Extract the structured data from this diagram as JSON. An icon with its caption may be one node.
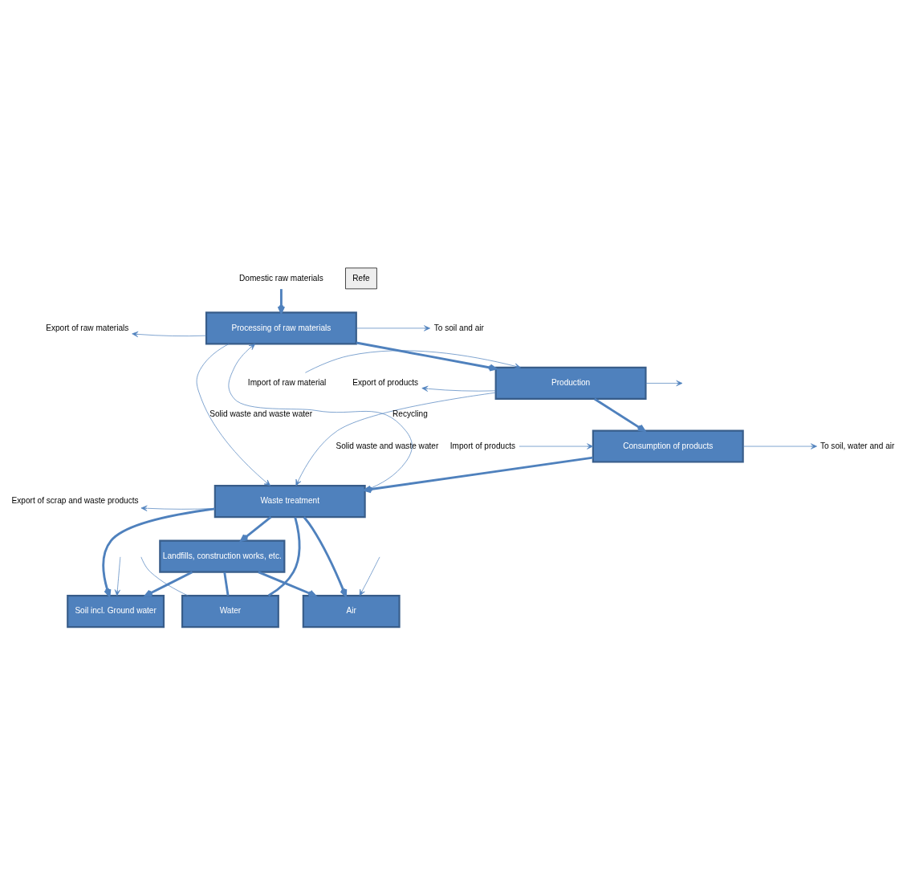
{
  "diagram": {
    "nodes": [
      {
        "text": [
          "Processing of raw materials"
        ]
      },
      {
        "text": [
          "Production"
        ]
      },
      {
        "text": [
          "Consumption of products"
        ]
      },
      {
        "text": [
          "Waste treatment"
        ]
      },
      {
        "text": [
          "Landfills, construction works, etc."
        ]
      },
      {
        "text": [
          "Soil incl. Ground water"
        ]
      },
      {
        "text": [
          "Water"
        ]
      },
      {
        "text": [
          "Air"
        ]
      },
      {
        "text": [
          "Domestic raw materials"
        ]
      },
      {
        "text": [
          "Export of raw materials"
        ]
      },
      {
        "text": [
          "To soil and air"
        ]
      },
      {
        "text": [
          "Import of raw material"
        ]
      },
      {
        "text": [
          "Export of products"
        ]
      },
      {
        "text": [
          "To soil, water and air"
        ]
      },
      {
        "text": [
          "Import of products"
        ]
      },
      {
        "text": [
          "Export of scrap and waste products"
        ]
      }
    ],
    "edges": [
      {
        "from": 8,
        "to": 0,
        "arrow": "to",
        "style": "thick"
      },
      {
        "from": 0,
        "to": 9,
        "arrow": "to"
      },
      {
        "from": 0,
        "to": 10,
        "arrow": "to"
      },
      {
        "from": 0,
        "to": 3,
        "arrow": "to",
        "label": "Solid waste and waste water"
      },
      {
        "from": 3,
        "to": 0,
        "arrow": "to",
        "label": "Recycling"
      },
      {
        "from": 0,
        "to": 1,
        "arrow": "to",
        "style": "thick"
      },
      {
        "from": 11,
        "to": 1,
        "arrow": "to"
      },
      {
        "from": 1,
        "to": 12,
        "arrow": "to"
      },
      {
        "from": 1,
        "to": null,
        "arrow": "to"
      },
      {
        "from": 1,
        "to": 3,
        "arrow": "to",
        "label": "Solid waste and waste water"
      },
      {
        "from": 1,
        "to": 2,
        "arrow": "to",
        "style": "thick"
      },
      {
        "from": 14,
        "to": 2,
        "arrow": "to"
      },
      {
        "from": 2,
        "to": 13,
        "arrow": "to"
      },
      {
        "from": 2,
        "to": 3,
        "arrow": "to",
        "style": "thick"
      },
      {
        "from": 3,
        "to": 15,
        "arrow": "to"
      },
      {
        "from": 3,
        "to": 4,
        "arrow": "to",
        "style": "thick"
      },
      {
        "from": 3,
        "to": 5,
        "arrow": "to",
        "style": "thick"
      },
      {
        "from": 3,
        "to": 6,
        "arrow": "none",
        "style": "thick"
      },
      {
        "from": 3,
        "to": 7,
        "arrow": "to",
        "style": "thick"
      },
      {
        "from": 4,
        "to": 5,
        "arrow": "to",
        "style": "thick"
      },
      {
        "from": 4,
        "to": 6,
        "arrow": "none",
        "style": "thick"
      },
      {
        "from": 4,
        "to": 7,
        "arrow": "to",
        "style": "thick"
      },
      {
        "from": null,
        "to": 5,
        "arrow": "to"
      },
      {
        "from": null,
        "to": 6,
        "arrow": "none"
      },
      {
        "from": null,
        "to": 7,
        "arrow": "to"
      }
    ],
    "labels": [
      "Refe"
    ]
  }
}
